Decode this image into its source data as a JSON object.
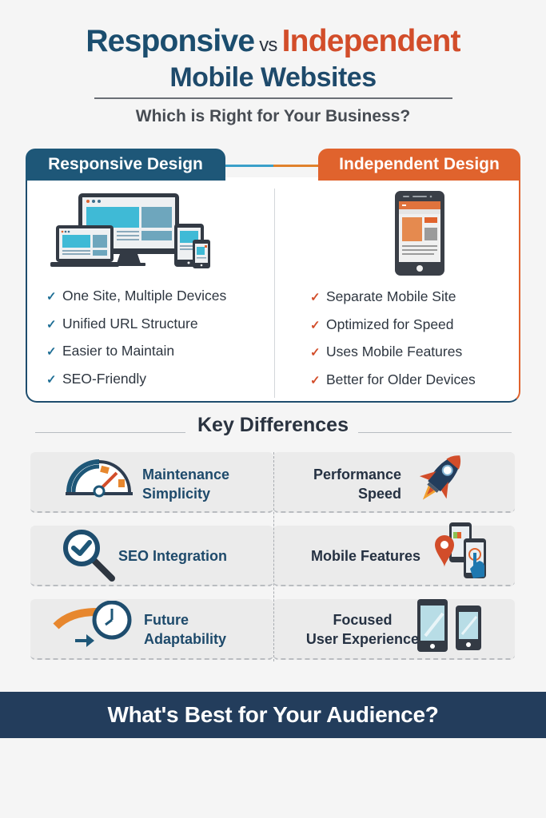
{
  "header": {
    "title_left": "Responsive",
    "title_vs": "vs",
    "title_right": "Independent",
    "title_line2": "Mobile Websites",
    "subtitle": "Which is Right for Your Business?"
  },
  "colors": {
    "responsive_blue": "#1e5778",
    "independent_orange": "#e0632d",
    "navy": "#233d5c",
    "background": "#f5f5f5"
  },
  "comparison": {
    "responsive": {
      "tab_label": "Responsive Design",
      "icon": "multi-device-icon",
      "check_icon": "check-icon",
      "features": [
        "One Site, Multiple Devices",
        "Unified URL Structure",
        "Easier to Maintain",
        "SEO-Friendly"
      ]
    },
    "independent": {
      "tab_label": "Independent Design",
      "icon": "smartphone-icon",
      "check_icon": "check-icon",
      "features": [
        "Separate Mobile Site",
        "Optimized for Speed",
        "Uses Mobile Features",
        "Better for Older Devices"
      ]
    }
  },
  "key_differences": {
    "title": "Key Differences",
    "rows": [
      {
        "left": {
          "line1": "Maintenance",
          "line2": "Simplicity",
          "icon": "gauge-icon"
        },
        "right": {
          "line1": "Performance",
          "line2": "Speed",
          "icon": "rocket-icon"
        }
      },
      {
        "left": {
          "line1": "SEO Integration",
          "line2": "",
          "icon": "magnifier-check-icon"
        },
        "right": {
          "line1": "Mobile Features",
          "line2": "",
          "icon": "mobile-features-icon"
        }
      },
      {
        "left": {
          "line1": "Future",
          "line2": "Adaptability",
          "icon": "clock-arrow-icon"
        },
        "right": {
          "line1": "Focused",
          "line2": "User Experience",
          "icon": "two-phones-icon"
        }
      }
    ]
  },
  "footer": {
    "banner_text": "What's Best for Your Audience?"
  }
}
